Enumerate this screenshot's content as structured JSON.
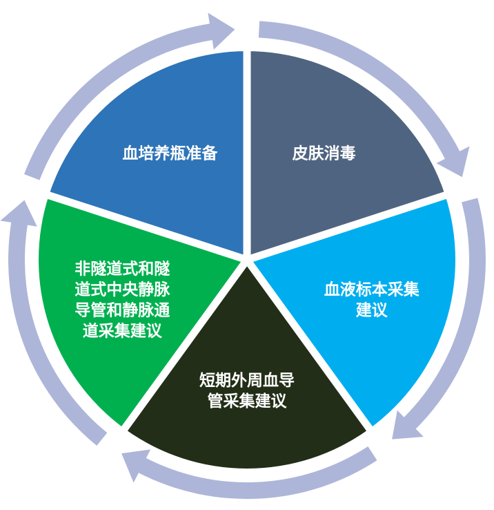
{
  "colors": {
    "ring": "#adb6d8",
    "separator": "#ffffff",
    "text": "#ffffff"
  },
  "segments": [
    {
      "id": "skin-disinfection",
      "lines": [
        "皮肤消毒"
      ],
      "color": "#4f6480"
    },
    {
      "id": "blood-specimen-collection",
      "lines": [
        "血液标本采集",
        "建议"
      ],
      "color": "#00aeef"
    },
    {
      "id": "short-peripheral-catheter",
      "lines": [
        "短期外周血导",
        "管采集建议"
      ],
      "color": "#222e17"
    },
    {
      "id": "central-venous-catheter",
      "lines": [
        "非隧道式和隧",
        "道式中央静脉",
        "导管和静脉通",
        "道采集建议"
      ],
      "color": "#00b04f"
    },
    {
      "id": "blood-culture-bottle-prep",
      "lines": [
        "血培养瓶准备"
      ],
      "color": "#2e74b8"
    }
  ]
}
